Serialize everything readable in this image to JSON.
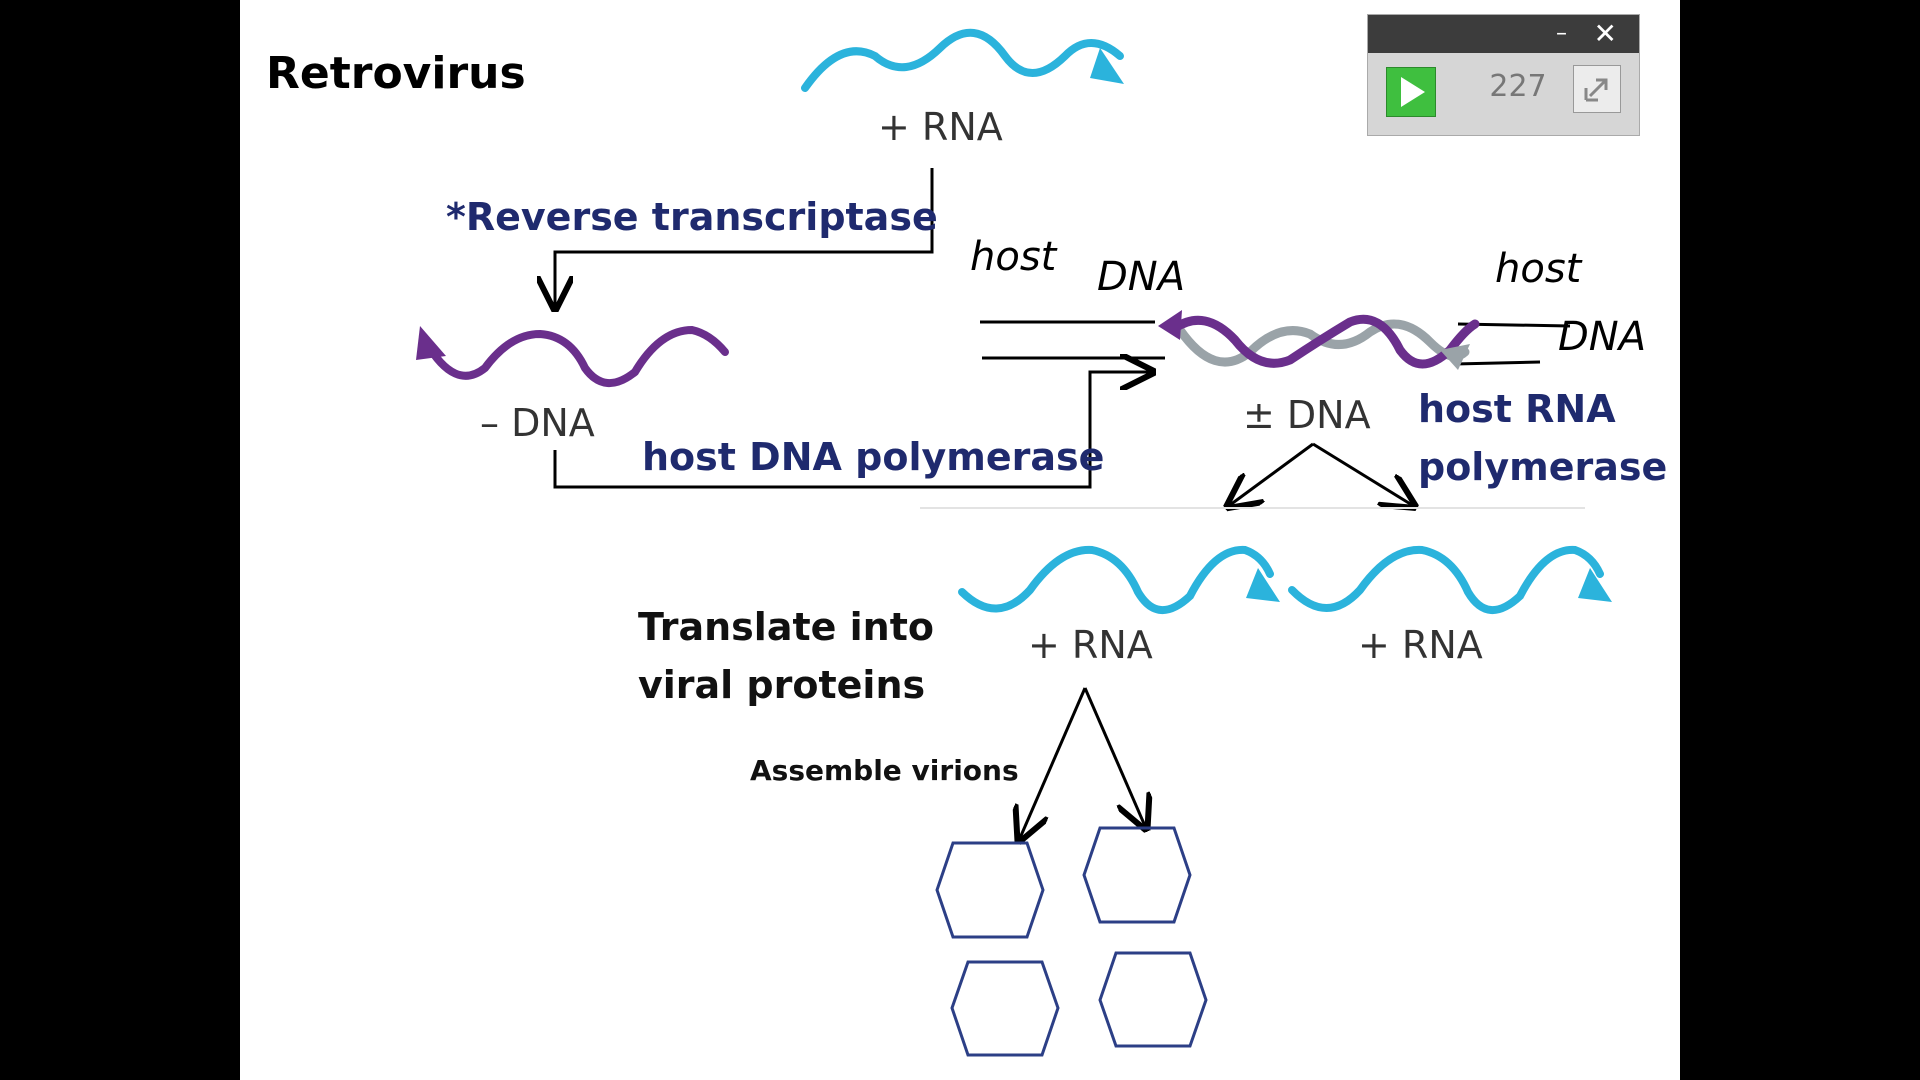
{
  "title": "Retrovirus",
  "labels": {
    "plus_rna_top": "+ RNA",
    "reverse_transcriptase": "*Reverse transcriptase",
    "minus_dna": "– DNA",
    "host_dna_polymerase": "host DNA polymerase",
    "pm_dna": "± DNA",
    "host_rna_polymerase_1": "host RNA",
    "host_rna_polymerase_2": "polymerase",
    "plus_rna_left": "+ RNA",
    "plus_rna_right": "+ RNA",
    "translate_1": "Translate into",
    "translate_2": "viral proteins",
    "assemble": "Assemble virions",
    "hand_host_1": "host",
    "hand_dna_1": "DNA",
    "hand_host_2": "host",
    "hand_dna_2": "DNA"
  },
  "colors": {
    "rna": "#2bb3dc",
    "dna_minus": "#6a2f8c",
    "dna_plus": "#9aa3a8",
    "enzyme_text": "#1f2a6e",
    "virion": "#2c3f86"
  },
  "timer": {
    "count": "227",
    "minimize": "–",
    "close": "✕"
  },
  "icons": {
    "play": "play-icon",
    "expand": "expand-icon"
  }
}
